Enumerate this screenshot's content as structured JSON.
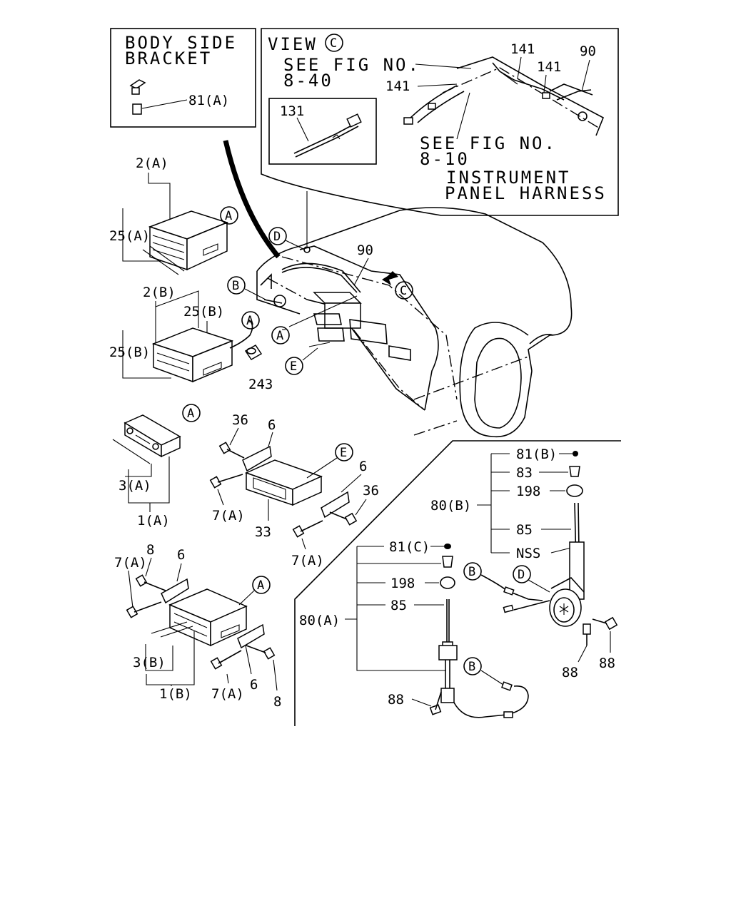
{
  "view_c_box": {
    "title": "VIEW",
    "title_marker": "C",
    "see_fig_top_line1": "SEE FIG NO.",
    "see_fig_top_line2": "8-40",
    "see_fig_bottom_line1": "SEE FIG NO.",
    "see_fig_bottom_line2": "8-10",
    "harness_line1": "INSTRUMENT",
    "harness_line2": "PANEL HARNESS",
    "callouts": [
      "141",
      "141",
      "141",
      "90"
    ],
    "inset_callout": "131"
  },
  "bracket_box": {
    "line1": "BODY SIDE",
    "line2": "BRACKET",
    "callout": "81(A)"
  },
  "circle_markers": [
    "A",
    "B",
    "C",
    "D",
    "E"
  ],
  "vehicle_callouts": [
    "90"
  ],
  "radio_a": {
    "top_label": "2(A)",
    "side_label": "25(A)"
  },
  "radio_b": {
    "top_label": "2(B)",
    "cable_label": "25(B)",
    "side_label": "25(B)",
    "plug_label": "243"
  },
  "radio_c": {
    "inner_label": "3(A)",
    "outer_label": "1(A)"
  },
  "pocket": {
    "bolt_label": "36",
    "bracket_label": "6",
    "screw_label": "7(A)",
    "body_label": "33",
    "bracket_right_label": "6",
    "bolt_right_label": "36",
    "screw_right_label": "7(A)"
  },
  "radio_d": {
    "screw_top_label": "7(A)",
    "nut_top_label": "8",
    "bracket_top_label": "6",
    "inner_label": "3(B)",
    "outer_label": "1(B)",
    "screw_bottom_label": "7(A)",
    "bracket_bottom_label": "6",
    "nut_bottom_label": "8"
  },
  "antenna_b": {
    "group_label": "80(B)",
    "items": [
      "81(B)",
      "83",
      "198",
      "85",
      "NSS"
    ],
    "bolt_labels": [
      "88",
      "88"
    ]
  },
  "antenna_a": {
    "group_label": "80(A)",
    "items": [
      "81(C)",
      "198",
      "85"
    ],
    "bolt_label": "88"
  }
}
